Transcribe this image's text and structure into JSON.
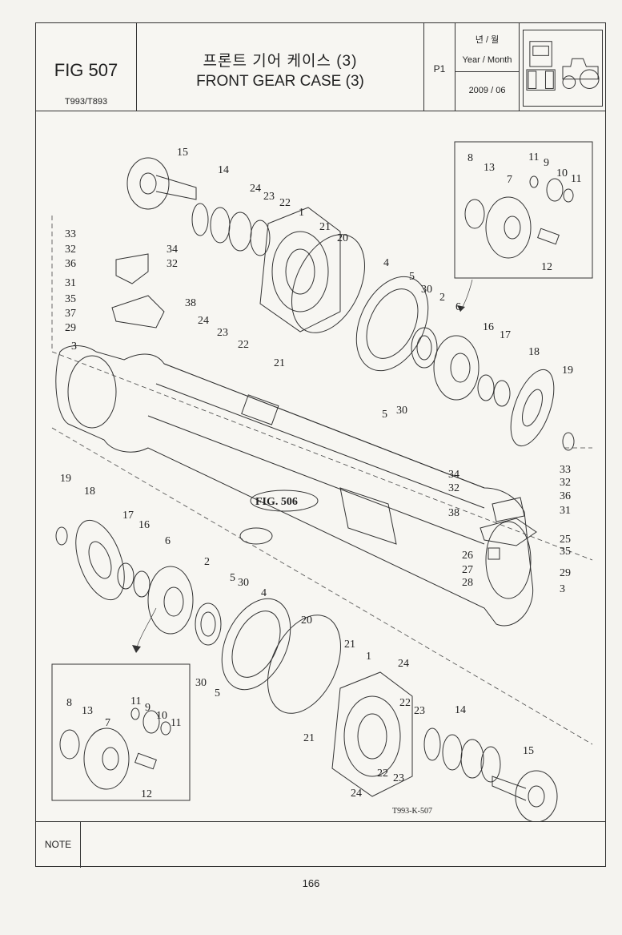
{
  "header": {
    "fig_no": "FIG 507",
    "model": "T993/T893",
    "title_ko": "프론트 기어 케이스 (3)",
    "title_en": "FRONT GEAR CASE (3)",
    "page_code": "P1",
    "date_label_ko": "년 / 월",
    "date_label_en": "Year / Month",
    "date_value": "2009 / 06"
  },
  "drawing": {
    "fig_ref": "FIG. 506",
    "drawing_code": "T993-K-507",
    "labels_top": [
      "15",
      "14",
      "24",
      "23",
      "22",
      "1",
      "21",
      "20",
      "33",
      "32",
      "34",
      "36",
      "32",
      "31",
      "35",
      "38",
      "37",
      "29",
      "3",
      "24",
      "23",
      "22",
      "21",
      "4",
      "5",
      "30",
      "2",
      "6",
      "16",
      "17",
      "18",
      "19",
      "5",
      "30"
    ],
    "inset_top_labels": [
      "8",
      "13",
      "11",
      "9",
      "10",
      "11",
      "7",
      "12"
    ],
    "labels_bottom": [
      "19",
      "18",
      "17",
      "16",
      "6",
      "2",
      "5",
      "30",
      "4",
      "20",
      "21",
      "1",
      "24",
      "22",
      "23",
      "14",
      "15",
      "21",
      "22",
      "23",
      "24",
      "30",
      "5"
    ],
    "inset_bottom_labels": [
      "8",
      "13",
      "11",
      "9",
      "10",
      "11",
      "7",
      "12"
    ],
    "labels_right": [
      "34",
      "33",
      "32",
      "32",
      "36",
      "38",
      "31",
      "25",
      "26",
      "35",
      "27",
      "29",
      "28",
      "3"
    ]
  },
  "note_label": "NOTE",
  "page_number": "166"
}
